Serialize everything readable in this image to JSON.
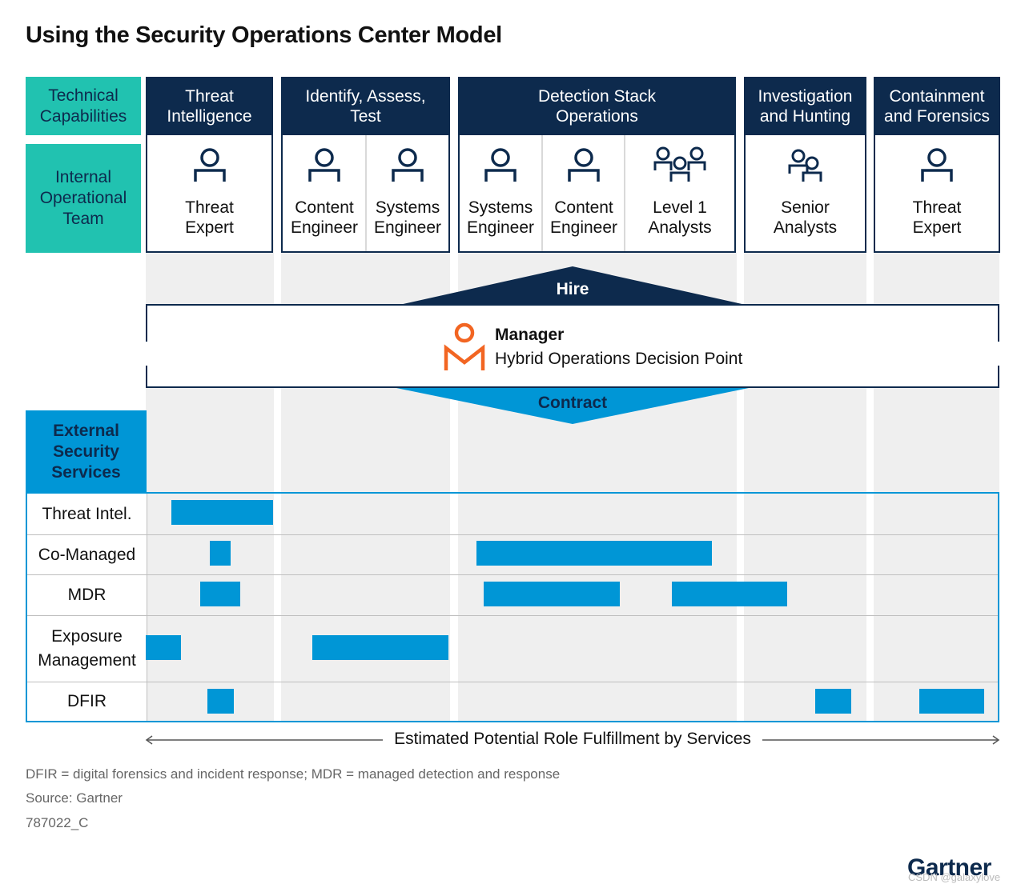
{
  "title": "Using the Security Operations Center Model",
  "row_labels": {
    "technical": "Technical Capabilities",
    "internal": "Internal Operational Team",
    "external": "External Security Services"
  },
  "capabilities": [
    {
      "name": "Threat Intelligence",
      "roles": [
        {
          "label": "Threat Expert",
          "icon": "person-icon"
        }
      ]
    },
    {
      "name": "Identify, Assess, Test",
      "roles": [
        {
          "label": "Content Engineer",
          "icon": "person-icon"
        },
        {
          "label": "Systems Engineer",
          "icon": "person-icon"
        }
      ]
    },
    {
      "name": "Detection Stack Operations",
      "roles": [
        {
          "label": "Systems Engineer",
          "icon": "person-icon"
        },
        {
          "label": "Content Engineer",
          "icon": "person-icon"
        },
        {
          "label": "Level 1 Analysts",
          "icon": "group-of-three-people-icon"
        }
      ]
    },
    {
      "name": "Investigation and Hunting",
      "roles": [
        {
          "label": "Senior Analysts",
          "icon": "two-people-icon"
        }
      ]
    },
    {
      "name": "Containment and Forensics",
      "roles": [
        {
          "label": "Threat Expert",
          "icon": "person-icon"
        }
      ]
    }
  ],
  "manager": {
    "hire": "Hire",
    "contract": "Contract",
    "name": "Manager",
    "subtitle": "Hybrid Operations Decision Point",
    "icon": "gartner-manager-icon"
  },
  "services": [
    "Threat Intel.",
    "Co-Managed",
    "MDR",
    "Exposure Management",
    "DFIR"
  ],
  "axis_label": "Estimated Potential Role Fulfillment by Services",
  "footnotes": {
    "abbrev": "DFIR = digital forensics and incident response; MDR = managed detection and response",
    "source": "Source: Gartner",
    "code": "787022_C"
  },
  "brand": "Gartner",
  "watermark": "CSDN @galaxylove",
  "colors": {
    "navy": "#0d2a4d",
    "teal": "#21c2b0",
    "blue": "#0096d6",
    "orange": "#f26522",
    "band_gray": "#efefef"
  }
}
